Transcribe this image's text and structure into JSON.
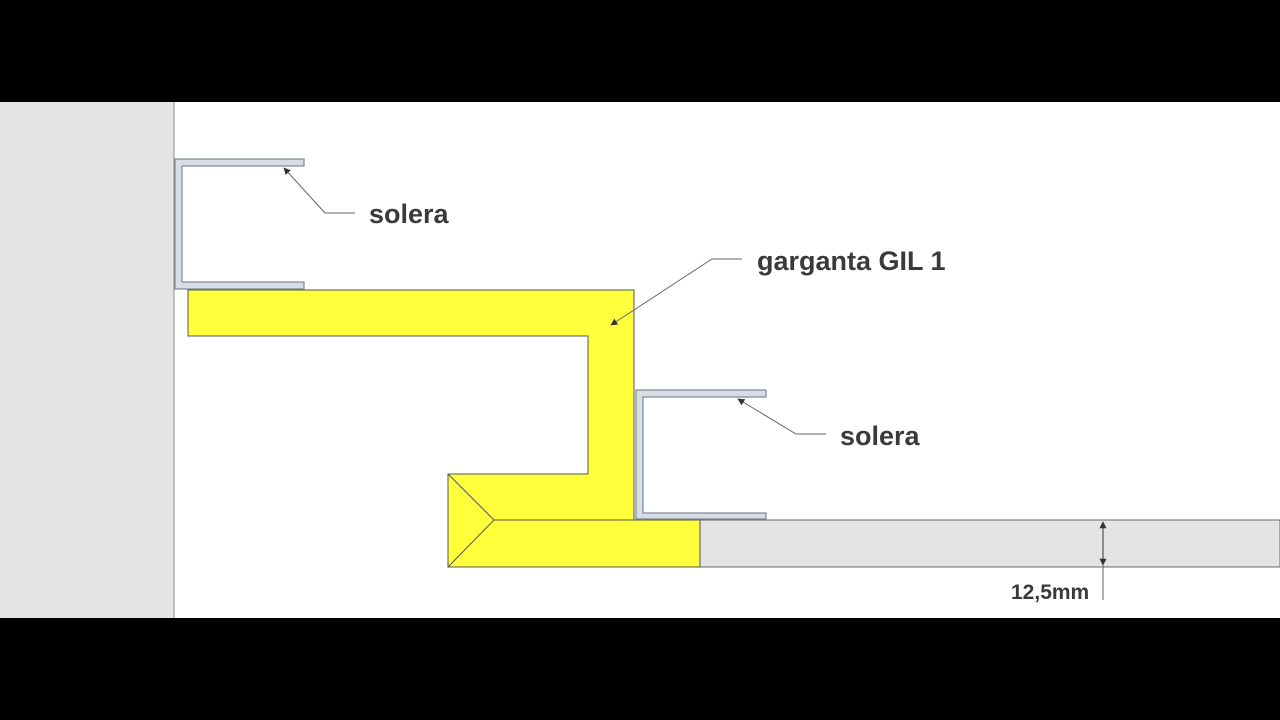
{
  "labels": {
    "solera_top": "solera",
    "garganta": "garganta GIL 1",
    "solera_bottom": "solera",
    "thickness": "12,5mm"
  },
  "colors": {
    "letterbox": "#000000",
    "wall": "#e4e4e4",
    "background": "#ffffff",
    "garganta_fill": "#ffff3c",
    "solera_fill": "#d6dde4",
    "solera_stroke": "#7f8a96",
    "board_fill": "#e4e4e4",
    "outline": "#555555"
  }
}
